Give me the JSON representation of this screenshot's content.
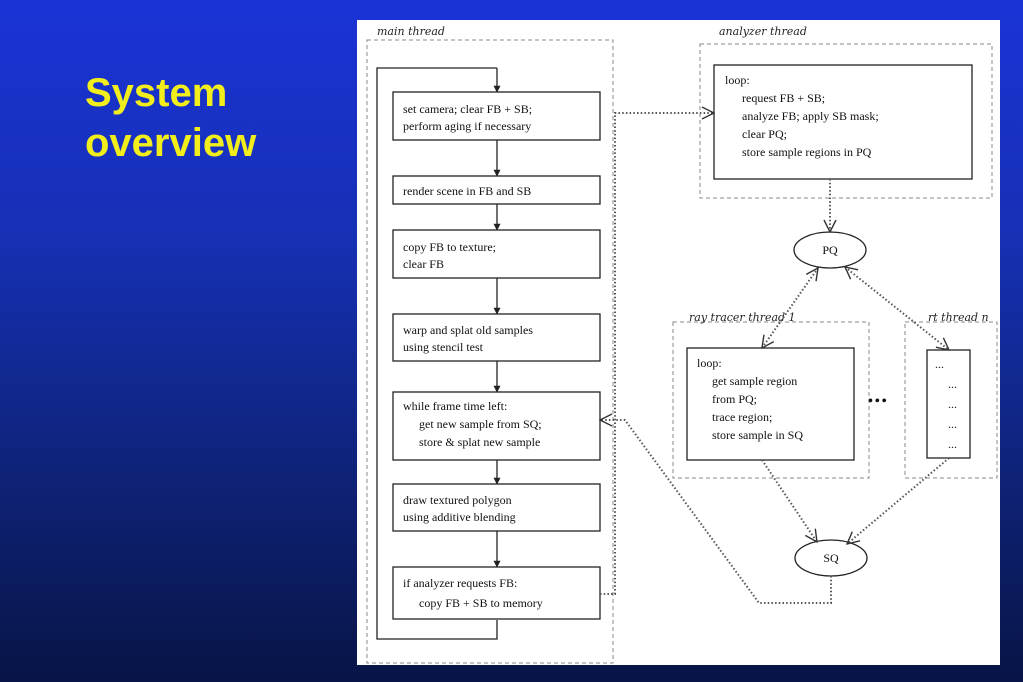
{
  "slide": {
    "title": "System overview"
  },
  "diagram": {
    "labels": {
      "main_thread": "main thread",
      "analyzer_thread": "analyzer thread",
      "ray_tracer_thread": "ray tracer thread 1",
      "rt_thread_n": "rt thread n",
      "ellipsis": "•••"
    },
    "main_steps": [
      [
        "set camera; clear FB + SB;",
        "perform aging if necessary"
      ],
      [
        "render scene in FB and SB"
      ],
      [
        "copy FB to texture;",
        "clear FB"
      ],
      [
        "warp and splat old samples",
        "using stencil test"
      ],
      [
        "while frame time left:",
        "get new sample from SQ;",
        "store & splat new sample"
      ],
      [
        "draw textured polygon",
        "using additive blending"
      ],
      [
        "if analyzer requests FB:",
        "copy FB + SB to memory"
      ]
    ],
    "analyzer_box": [
      "loop:",
      "request FB + SB;",
      "analyze FB; apply SB mask;",
      "clear PQ;",
      "store sample regions in PQ"
    ],
    "ray_tracer_box": [
      "loop:",
      "get sample region",
      "from PQ;",
      "trace region;",
      "store sample in SQ"
    ],
    "rt_n_box": [
      "...",
      "...",
      "...",
      "...",
      "..."
    ],
    "nodes": {
      "pq": "PQ",
      "sq": "SQ"
    }
  }
}
